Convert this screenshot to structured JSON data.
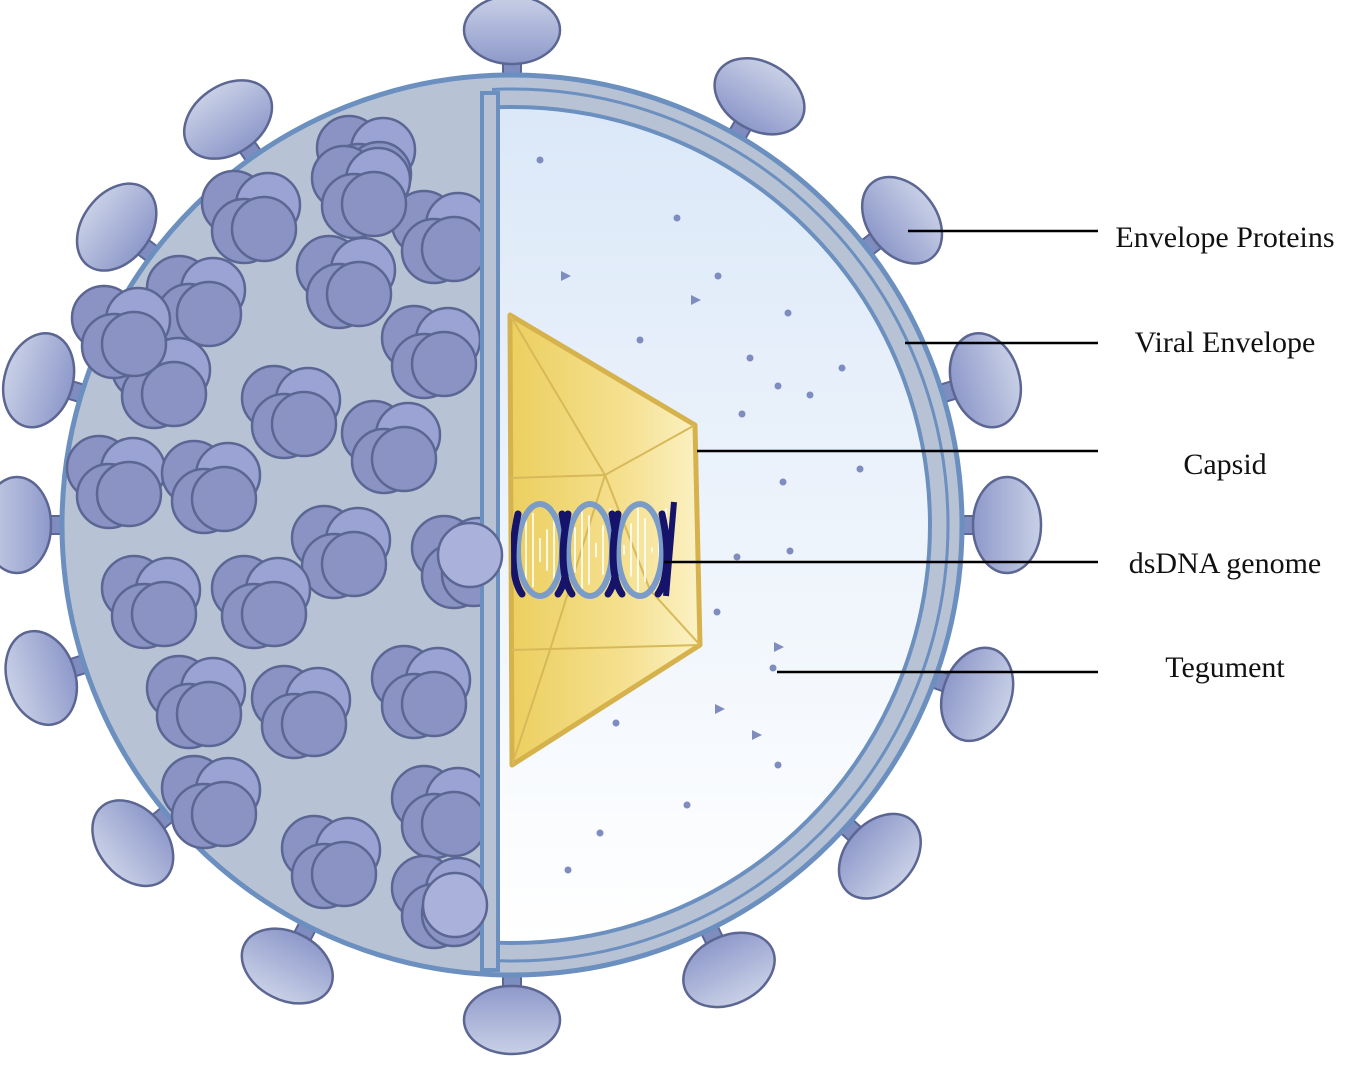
{
  "labels": {
    "envelope_proteins": "Envelope Proteins",
    "viral_envelope": "Viral Envelope",
    "capsid": "Capsid",
    "dsdna_genome": "dsDNA genome",
    "tegument": "Tegument"
  },
  "colors": {
    "surface_left": "#b9c3d6",
    "envelope_stroke": "#6b8fbf",
    "glycoprotein_fill": "#8e97c7",
    "glycoprotein_stroke": "#5b6693",
    "interior_top": "#dfeaf9",
    "interior_bottom": "#ffffff",
    "capsid_fill": "#f0d878",
    "capsid_stroke": "#d7b44f",
    "dna_dark": "#15136a",
    "dna_light": "#7b9cc8",
    "leader_line": "#000000"
  }
}
